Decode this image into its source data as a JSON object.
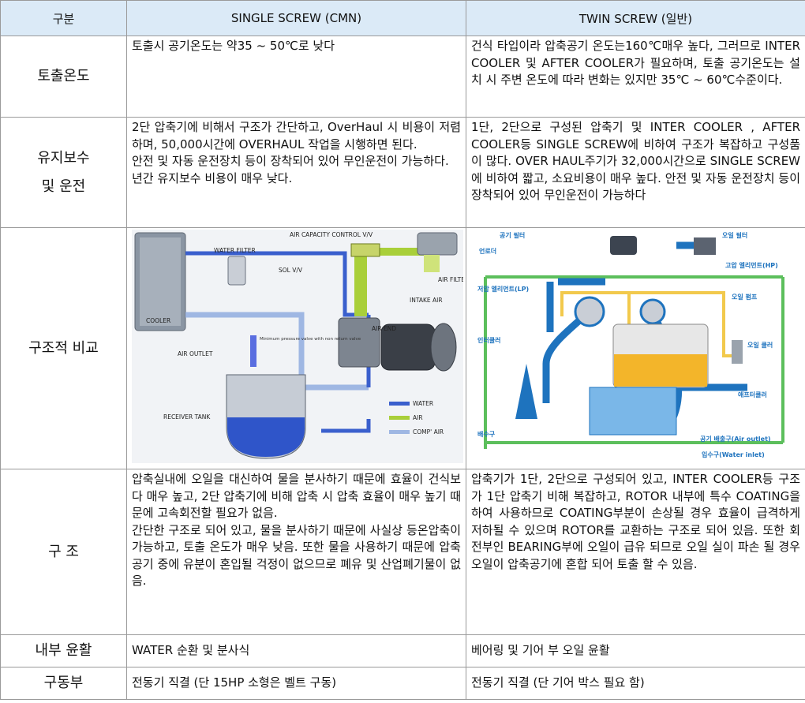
{
  "header": {
    "col0": "구분",
    "col1": "SINGLE SCREW (CMN)",
    "col2": "TWIN SCREW (일반)"
  },
  "rows": [
    {
      "label": [
        "토출온도"
      ],
      "single": [
        "토출시 공기온도는 약35 ~ 50℃로 낮다"
      ],
      "twin": [
        "건식 타입이라 압축공기 온도는160℃매우 높다, 그러므로 INTER COOLER 및 AFTER COOLER가 필요하며, 토출 공기온도는 설치 시 주변 온도에 따라 변화는 있지만 35℃ ~ 60℃수준이다."
      ]
    },
    {
      "label": [
        "유지보수",
        "및 운전"
      ],
      "single": [
        "2단 압축기에 비해서 구조가 간단하고, OverHaul 시 비용이 저렴하며, 50,000시간에 OVERHAUL 작업을 시행하면 된다.",
        "안전 및 자동 운전장치 등이 장착되어 있어 무인운전이 가능하다.",
        "년간 유지보수 비용이 매우 낮다."
      ],
      "twin": [
        "1단, 2단으로 구성된 압축기 및 INTER COOLER , AFTER COOLER등 SINGLE SCREW에 비하여 구조가 복잡하고 구성품이 많다. OVER HAUL주기가 32,000시간으로 SINGLE SCREW에 비하여 짧고, 소요비용이 매우 높다. 안전 및 자동 운전장치 등이 장착되어 있어 무인운전이 가능하다"
      ]
    },
    {
      "label": [
        "구조적 비교"
      ]
    },
    {
      "label": [
        "구 조"
      ],
      "single": [
        "압축실내에 오일을 대신하여 물을 분사하기 때문에 효율이 건식보다 매우 높고, 2단 압축기에 비해 압축 시 압축 효율이 매우 높기 때문에 고속회전할 필요가 없음.",
        "간단한 구조로 되어 있고, 물을 분사하기 때문에 사실상 등온압축이 가능하고, 토출 온도가 매우 낮음. 또한 물을 사용하기 때문에 압축 공기 중에 유분이 혼입될 걱정이 없으므로 폐유 및 산업폐기물이 없음."
      ],
      "twin": [
        "압축기가 1단, 2단으로 구성되어 있고, INTER COOLER등 구조가 1단 압축기 비해 복잡하고, ROTOR 내부에 특수 COATING을 하여 사용하므로 COATING부분이 손상될 경우 효율이 급격하게 저하될 수 있으며 ROTOR를 교환하는 구조로 되어 있음. 또한 회전부인 BEARING부에 오일이 급유 되므로 오일 실이 파손 될 경우 오일이 압축공기에 혼합 되어 토출 할 수 있음."
      ]
    },
    {
      "label": [
        "내부 윤활"
      ],
      "single": [
        "WATER 순환 및 분사식"
      ],
      "twin": [
        "베어링 및 기어 부 오일 윤활"
      ]
    },
    {
      "label": [
        "구동부"
      ],
      "single": [
        "전동기 직결 (단 15HP 소형은 벨트 구동)"
      ],
      "twin": [
        "전동기 직결 (단 기어 박스 필요 함)"
      ]
    }
  ],
  "single_diagram": {
    "labels": {
      "air_capacity": "AIR CAPACITY CONTROL V/V",
      "water_filter": "WATER FILTER",
      "sol": "SOL V/V",
      "air_filter": "AIR FILTER",
      "intake_air": "INTAKE AIR",
      "cooler": "COOLER",
      "air_end": "AIR END",
      "air_outlet": "AIR OUTLET",
      "min_pressure": "Minimum pressure valve with non return valve",
      "receiver": "RECEIVER TANK"
    },
    "legend": [
      "WATER",
      "AIR",
      "COMP' AIR"
    ]
  },
  "twin_diagram": {
    "labels": {
      "air_filter": "공기 필터",
      "oil_filter": "오일 필터",
      "unloader": "언로더",
      "hp_element": "고압 엘리먼트(HP)",
      "lp_element": "저압 엘리먼트(LP)",
      "oil_pump": "오일 펌프",
      "intercooler": "인터쿨러",
      "oil_cooler": "오일 쿨러",
      "aftercooler": "애프터쿨러",
      "drain": "배수구",
      "air_outlet": "공기 배출구(Air outlet)",
      "water_inlet": "입수구(Water inlet)"
    }
  },
  "colors": {
    "header_bg": "#dbeaf7",
    "water": "#3a5fcd",
    "air": "#a9cf3a",
    "comp_air": "#9fb7e3",
    "twin_blue": "#1e73be",
    "twin_green": "#5cbf5c",
    "twin_yellow": "#f2c94c"
  }
}
